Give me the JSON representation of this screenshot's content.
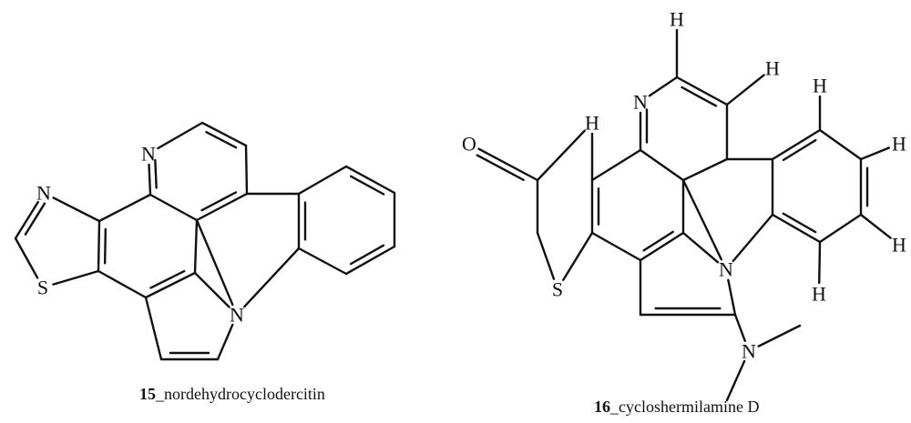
{
  "molecules": [
    {
      "number": "15",
      "name": "_nordehydrocyclodercitin",
      "atom_labels": [
        "N",
        "N",
        "S",
        "N"
      ]
    },
    {
      "number": "16",
      "name": "_cycloshermilamine D",
      "atom_labels": [
        "H",
        "H",
        "N",
        "H",
        "O",
        "H",
        "H",
        "S",
        "N",
        "H",
        "H",
        "N"
      ]
    }
  ]
}
